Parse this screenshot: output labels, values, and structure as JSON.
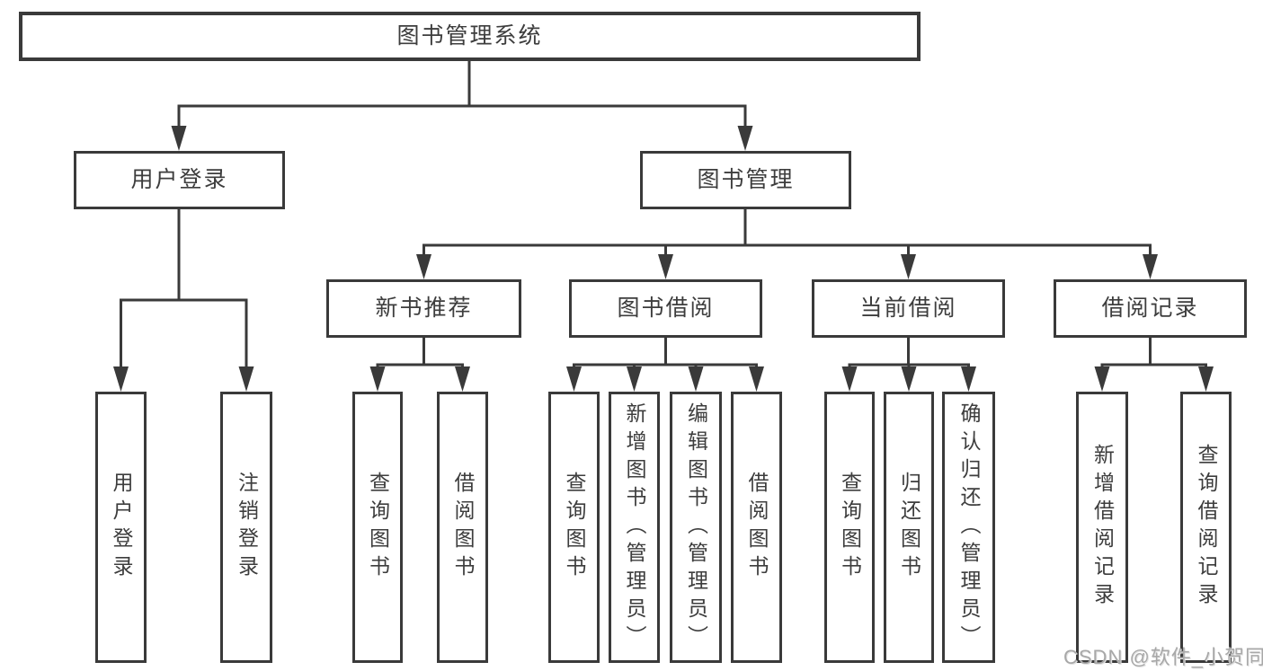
{
  "colors": {
    "line": "#3a3a3a",
    "text": "#3d3d3d",
    "box_background": "#ffffff",
    "watermark": "#a8a8a8"
  },
  "tree": {
    "root": "图书管理系统",
    "level2": [
      {
        "label": "用户登录",
        "children": [
          {
            "label": "用户登录"
          },
          {
            "label": "注销登录"
          }
        ]
      },
      {
        "label": "图书管理",
        "sections": [
          {
            "label": "新书推荐",
            "children": [
              {
                "label": "查询图书"
              },
              {
                "label": "借阅图书"
              }
            ]
          },
          {
            "label": "图书借阅",
            "children": [
              {
                "label": "查询图书"
              },
              {
                "label": "新增图书（管理员）"
              },
              {
                "label": "编辑图书（管理员）"
              },
              {
                "label": "借阅图书"
              }
            ]
          },
          {
            "label": "当前借阅",
            "children": [
              {
                "label": "查询图书"
              },
              {
                "label": "归还图书"
              },
              {
                "label": "确认归还（管理员）"
              }
            ]
          },
          {
            "label": "借阅记录",
            "children": [
              {
                "label": "新增借阅记录"
              },
              {
                "label": "查询借阅记录"
              }
            ]
          }
        ]
      }
    ]
  },
  "watermark": {
    "text": "CSDN @软件_小贺同学"
  }
}
